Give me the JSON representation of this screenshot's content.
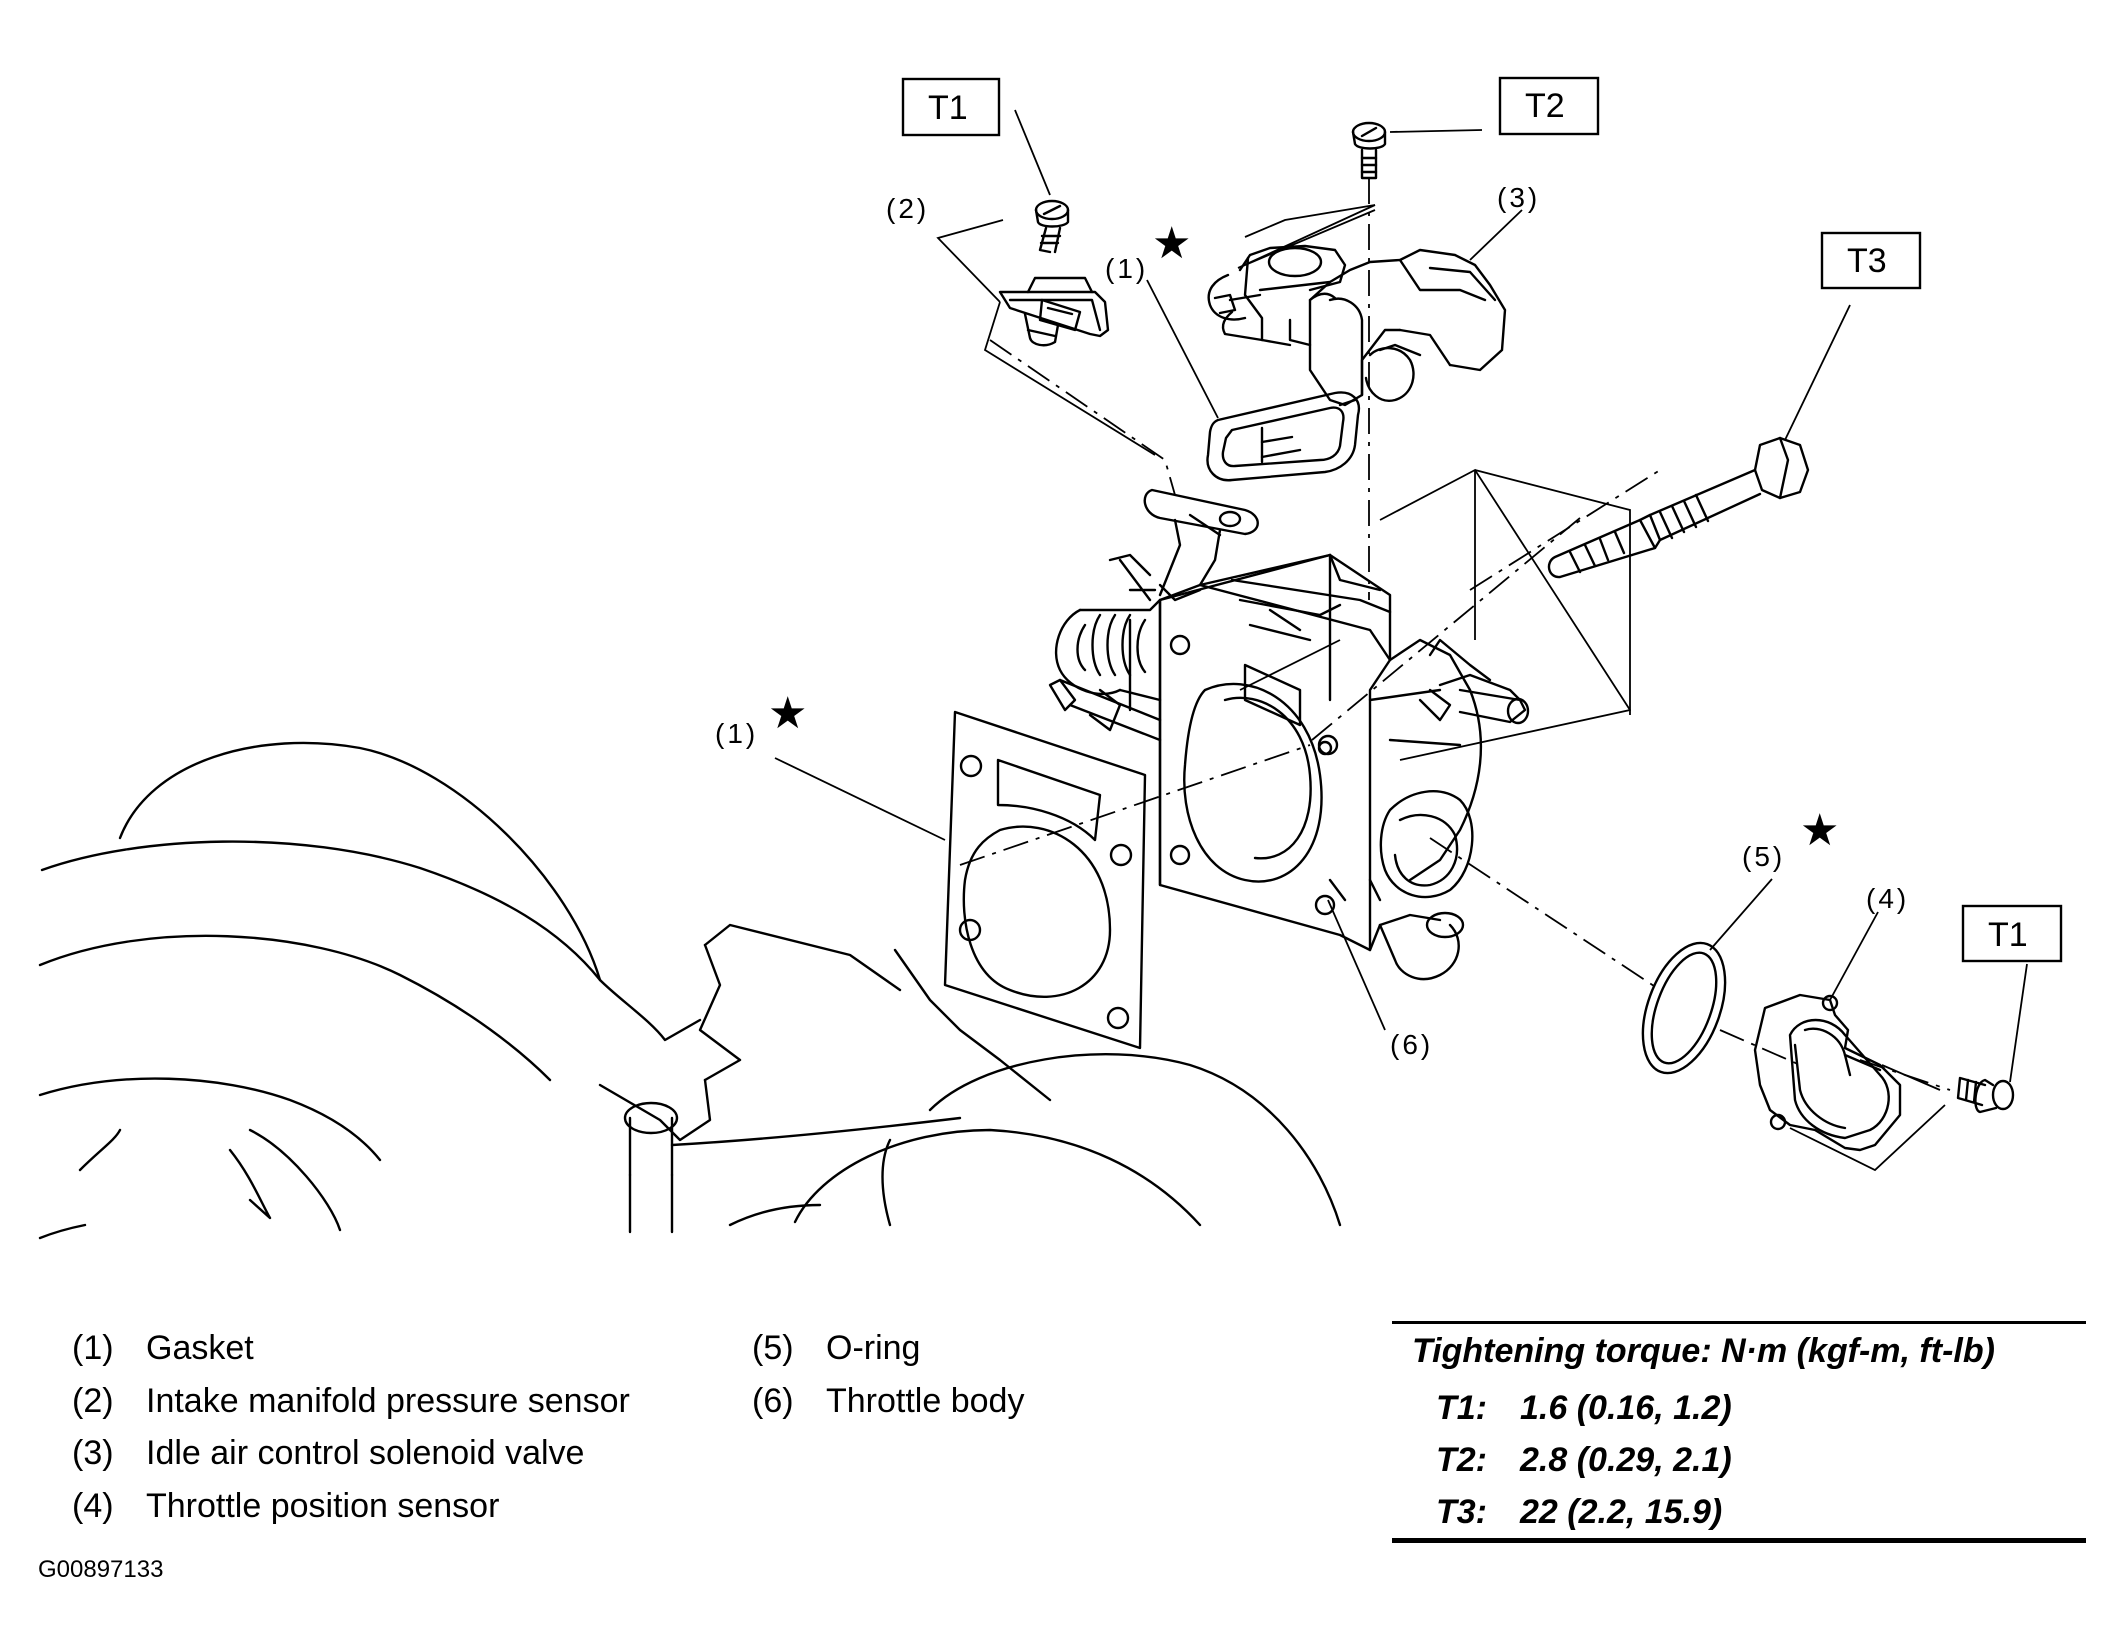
{
  "diagram": {
    "callouts": {
      "gasket_top": "(1)",
      "gasket_left": "(1)",
      "pressure_sensor": "(2)",
      "iac_valve": "(3)",
      "tps": "(4)",
      "oring": "(5)",
      "throttle_body": "(6)"
    },
    "torque_boxes": {
      "t1_top": "T1",
      "t2": "T2",
      "t3": "T3",
      "t1_right": "T1"
    },
    "star_glyph": "★"
  },
  "legend": {
    "left": [
      {
        "num": "(1)",
        "label": "Gasket"
      },
      {
        "num": "(2)",
        "label": "Intake manifold pressure sensor"
      },
      {
        "num": "(3)",
        "label": "Idle air control solenoid valve"
      },
      {
        "num": "(4)",
        "label": "Throttle position sensor"
      }
    ],
    "right": [
      {
        "num": "(5)",
        "label": "O-ring"
      },
      {
        "num": "(6)",
        "label": "Throttle body"
      }
    ]
  },
  "torque": {
    "title": "Tightening torque: N·m (kgf-m, ft-lb)",
    "rows": [
      {
        "label": "T1:",
        "value": "1.6 (0.16, 1.2)"
      },
      {
        "label": "T2:",
        "value": "2.8 (0.29, 2.1)"
      },
      {
        "label": "T3:",
        "value": "22 (2.2, 15.9)"
      }
    ]
  },
  "figure_code": "G00897133"
}
